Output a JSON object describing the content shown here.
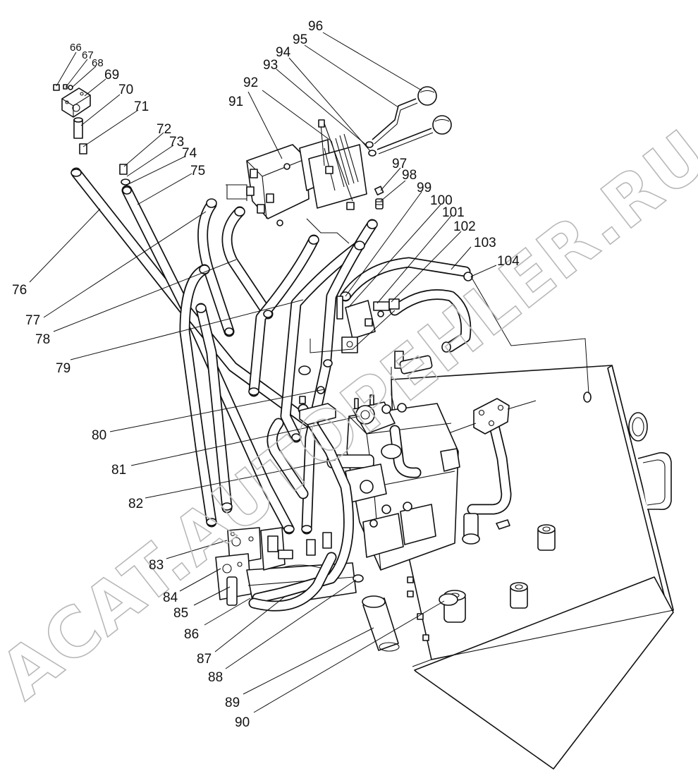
{
  "watermark": {
    "text": "ACAT.AUTOPEHLER.RU"
  },
  "callouts": [
    {
      "id": "c66",
      "label": "66"
    },
    {
      "id": "c67",
      "label": "67"
    },
    {
      "id": "c68",
      "label": "68"
    },
    {
      "id": "c69",
      "label": "69"
    },
    {
      "id": "c70",
      "label": "70"
    },
    {
      "id": "c71",
      "label": "71"
    },
    {
      "id": "c72",
      "label": "72"
    },
    {
      "id": "c73",
      "label": "73"
    },
    {
      "id": "c74",
      "label": "74"
    },
    {
      "id": "c75",
      "label": "75"
    },
    {
      "id": "c76",
      "label": "76"
    },
    {
      "id": "c77",
      "label": "77"
    },
    {
      "id": "c78",
      "label": "78"
    },
    {
      "id": "c79",
      "label": "79"
    },
    {
      "id": "c80",
      "label": "80"
    },
    {
      "id": "c81",
      "label": "81"
    },
    {
      "id": "c82",
      "label": "82"
    },
    {
      "id": "c83",
      "label": "83"
    },
    {
      "id": "c84",
      "label": "84"
    },
    {
      "id": "c85",
      "label": "85"
    },
    {
      "id": "c86",
      "label": "86"
    },
    {
      "id": "c87",
      "label": "87"
    },
    {
      "id": "c88",
      "label": "88"
    },
    {
      "id": "c89",
      "label": "89"
    },
    {
      "id": "c90",
      "label": "90"
    },
    {
      "id": "c91",
      "label": "91"
    },
    {
      "id": "c92",
      "label": "92"
    },
    {
      "id": "c93",
      "label": "93"
    },
    {
      "id": "c94",
      "label": "94"
    },
    {
      "id": "c95",
      "label": "95"
    },
    {
      "id": "c96",
      "label": "96"
    },
    {
      "id": "c97",
      "label": "97"
    },
    {
      "id": "c98",
      "label": "98"
    },
    {
      "id": "c99",
      "label": "99"
    },
    {
      "id": "c100",
      "label": "100"
    },
    {
      "id": "c101",
      "label": "101"
    },
    {
      "id": "c102",
      "label": "102"
    },
    {
      "id": "c103",
      "label": "103"
    },
    {
      "id": "c104",
      "label": "104"
    }
  ]
}
